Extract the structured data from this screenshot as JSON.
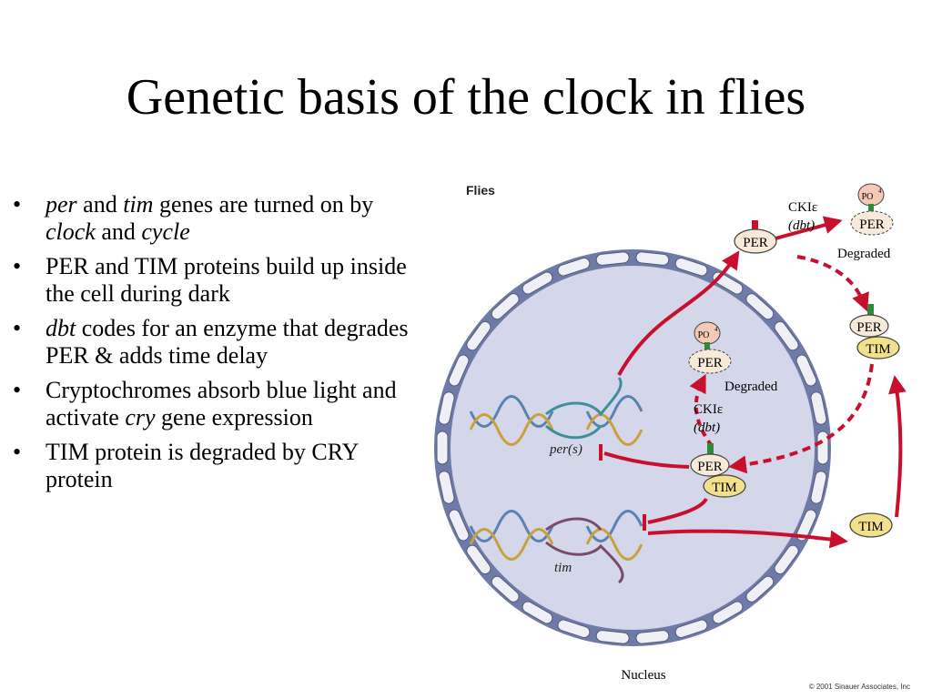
{
  "slide": {
    "title": "Genetic basis of the clock in flies",
    "bullet_marker": "•",
    "bullets": [
      {
        "parts": [
          {
            "text": "per",
            "italic": true
          },
          {
            "text": " and "
          },
          {
            "text": "tim",
            "italic": true
          },
          {
            "text": " genes are turned on by "
          },
          {
            "text": "clock",
            "italic": true
          },
          {
            "text": " and "
          },
          {
            "text": "cycle",
            "italic": true
          }
        ]
      },
      {
        "parts": [
          {
            "text": "PER and TIM proteins build up inside the cell during dark"
          }
        ]
      },
      {
        "parts": [
          {
            "text": "dbt",
            "italic": true
          },
          {
            "text": " codes for an enzyme that degrades PER & adds time delay"
          }
        ]
      },
      {
        "parts": [
          {
            "text": "Cryptochromes absorb blue light and activate "
          },
          {
            "text": "cry",
            "italic": true
          },
          {
            "text": " gene expression"
          }
        ]
      },
      {
        "parts": [
          {
            "text": "TIM protein is degraded by CRY protein"
          }
        ]
      }
    ]
  },
  "diagram": {
    "heading": "Flies",
    "nucleus_label": "Nucleus",
    "copyright": "© 2001 Sinauer Associates, Inc",
    "per_gene": "per(s)",
    "tim_gene": "tim",
    "per": "PER",
    "tim": "TIM",
    "phosphate": "PO",
    "phosphate_sub": "4",
    "kinase": "CKIε",
    "kinase_gene": "(dbt)",
    "degraded": "Degraded",
    "colors": {
      "arrow": "#c8102e",
      "nucleus_fill": "#d4d7ea",
      "envelope": "#6e7aa8",
      "per_fill": "#f7ead8",
      "tim_fill": "#f2e08a",
      "po_fill": "#f4c9b7",
      "dna_blue": "#5a82b0",
      "dna_gold": "#c9a13c"
    }
  }
}
